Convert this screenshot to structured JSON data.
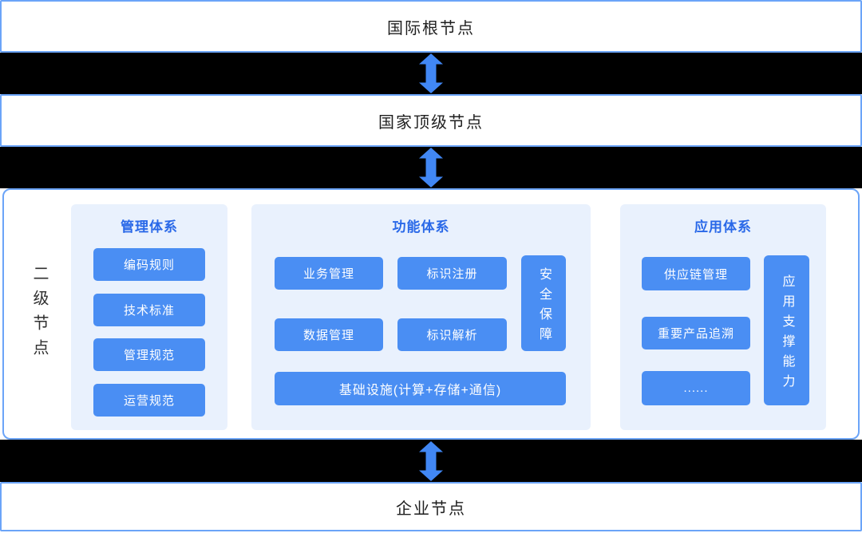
{
  "colors": {
    "accent": "#4a8ef3",
    "arrow": "#4187f4",
    "border": "#6ba4f8",
    "panel-bg": "#e9f1fd",
    "title-text": "#2968e8",
    "band-bg": "#000000",
    "node-text": "#1f1f1f",
    "side-text": "#2f2f2f"
  },
  "nodes": {
    "international_root": "国际根节点",
    "national_top": "国家顶级节点",
    "enterprise": "企业节点"
  },
  "connector_icon": "vertical-double-arrow",
  "second_level": {
    "side_label": "二级节点",
    "panels": [
      {
        "title": "管理体系",
        "buttons": [
          "编码规则",
          "技术标准",
          "管理规范",
          "运营规范"
        ]
      },
      {
        "title": "功能体系",
        "buttons": [
          "业务管理",
          "标识注册",
          "数据管理",
          "标识解析"
        ],
        "side_bar": "安全保障",
        "bottom_bar": "基础设施(计算+存储+通信)"
      },
      {
        "title": "应用体系",
        "buttons": [
          "供应链管理",
          "重要产品追溯",
          "......"
        ],
        "side_bar": "应用支撑能力"
      }
    ]
  }
}
